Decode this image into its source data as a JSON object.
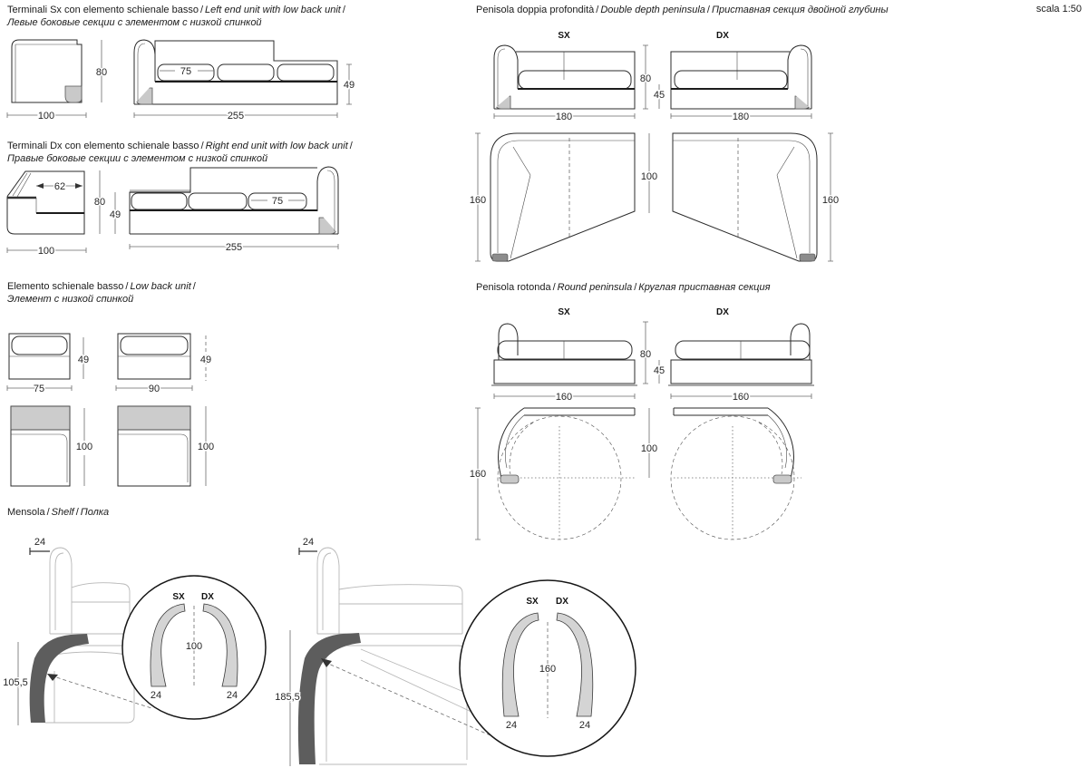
{
  "page": {
    "scale_label": "scala 1:50",
    "sep": "/"
  },
  "sections": {
    "terminali_sx": {
      "title_it": "Terminali Sx con elemento schienale basso",
      "title_en": "Left end unit with low back unit",
      "title_ru": "Левые боковые секции с элементом с низкой спинкой",
      "dim_side_width": "100",
      "dim_height": "80",
      "dim_cushion": "75",
      "dim_front_width": "255",
      "dim_seat_height": "49"
    },
    "terminali_dx": {
      "title_it": "Terminali Dx con elemento schienale basso",
      "title_en": "Right end unit with low back unit",
      "title_ru": "Правые боковые секции с элементом с низкой спинкой",
      "dim_arm_depth": "62",
      "dim_side_width": "100",
      "dim_height": "80",
      "dim_seat_height": "49",
      "dim_cushion": "75",
      "dim_front_width": "255"
    },
    "elemento": {
      "title_it": "Elemento schienale basso",
      "title_en": "Low back unit",
      "title_ru": "Элемент с низкой спинкой",
      "dim_h1": "49",
      "dim_h2": "49",
      "dim_w1": "75",
      "dim_w2": "90",
      "dim_d1": "100",
      "dim_d2": "100"
    },
    "mensola": {
      "title_it": "Mensola",
      "title_en": "Shelf",
      "title_ru": "Полка",
      "g1": {
        "dim_thickness": "24",
        "dim_height": "105,5",
        "label_sx": "SX",
        "label_dx": "DX",
        "dim_width": "100",
        "dim_left": "24",
        "dim_right": "24"
      },
      "g2": {
        "dim_thickness": "24",
        "dim_height": "185,5",
        "label_sx": "SX",
        "label_dx": "DX",
        "dim_width": "160",
        "dim_left": "24",
        "dim_right": "24"
      }
    },
    "penisola_doppia": {
      "title_it": "Penisola doppia profondità",
      "title_en": "Double depth peninsula",
      "title_ru": "Приставная секция двойной глубины",
      "label_sx": "SX",
      "label_dx": "DX",
      "dim_back_height": "80",
      "dim_seat_height": "45",
      "dim_width_sx": "180",
      "dim_width_dx": "180",
      "dim_depth_left": "160",
      "dim_depth_mid": "100",
      "dim_depth_right": "160"
    },
    "penisola_rotonda": {
      "title_it": "Penisola rotonda",
      "title_en": "Round peninsula",
      "title_ru": "Круглая приставная секция",
      "label_sx": "SX",
      "label_dx": "DX",
      "dim_back_height": "80",
      "dim_seat_height": "45",
      "dim_width_sx": "160",
      "dim_width_dx": "160",
      "dim_depth_left": "160",
      "dim_depth_mid": "100"
    }
  }
}
